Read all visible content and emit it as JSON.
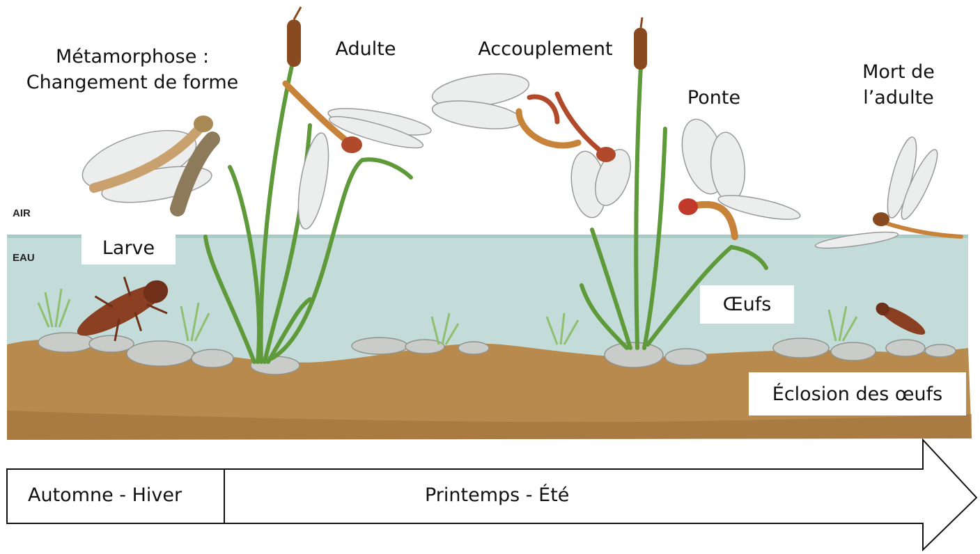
{
  "labels": {
    "metamorphose": [
      "Métamorphose :",
      "Changement de forme"
    ],
    "adulte": "Adulte",
    "accouplement": "Accouplement",
    "ponte": "Ponte",
    "mort": [
      "Mort de",
      "l’adulte"
    ],
    "larve": "Larve",
    "oeufs": "Œufs",
    "eclosion": "Éclosion des œufs"
  },
  "zones": {
    "air": "AIR",
    "eau": "EAU"
  },
  "timeline": {
    "season_1": "Automne - Hiver",
    "season_2": "Printemps - Été"
  },
  "colors": {
    "water": "#c4dcd9",
    "water_surface": "#a9cbc7",
    "soil": "#b88a4e",
    "soil_dark": "#8a5f2f",
    "stone": "#c9ccc8",
    "plant": "#5e9a3a",
    "cattail": "#8a4a1f",
    "dragonfly_body": "#c8833a"
  }
}
